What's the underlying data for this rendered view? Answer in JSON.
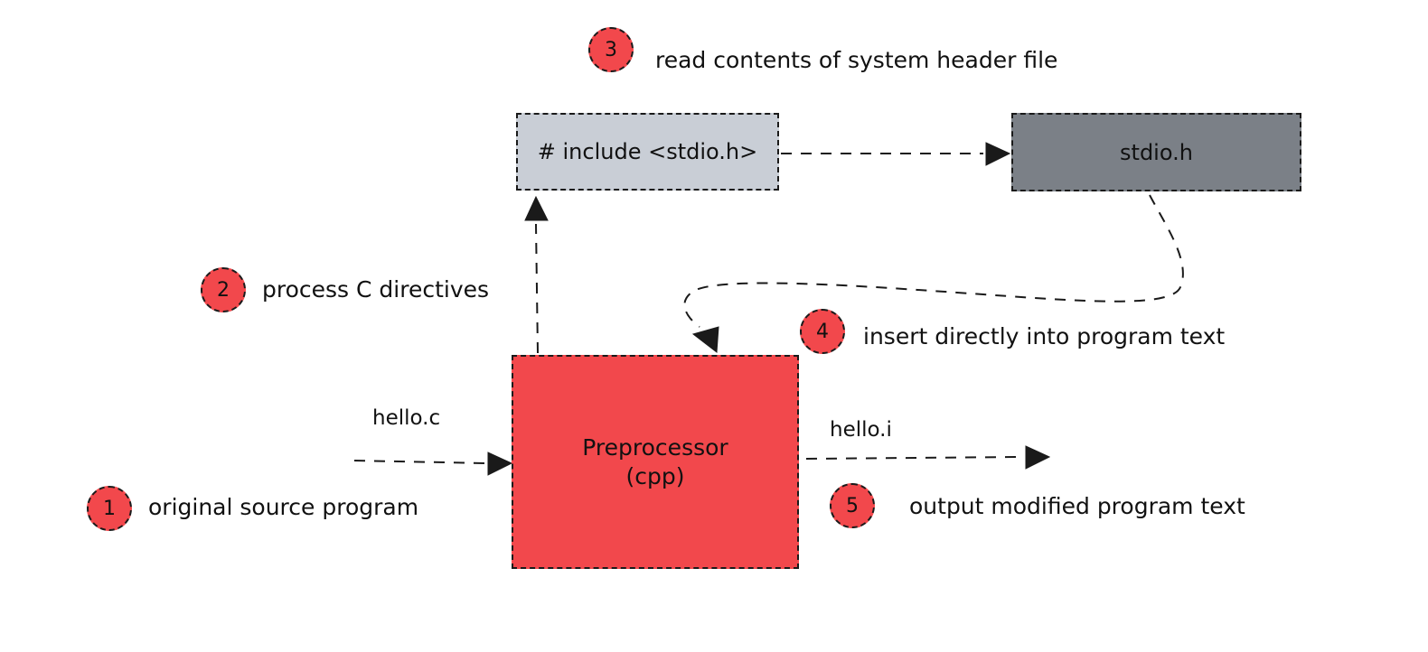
{
  "steps": [
    {
      "number": "1",
      "text": "original source program"
    },
    {
      "number": "2",
      "text": "process C directives"
    },
    {
      "number": "3",
      "text": "read contents of system header file"
    },
    {
      "number": "4",
      "text": "insert directly into program text"
    },
    {
      "number": "5",
      "text": "output modified program text"
    }
  ],
  "nodes": {
    "include": {
      "label": "# include <stdio.h>"
    },
    "header": {
      "label": "stdio.h"
    },
    "preprocessor": {
      "line1": "Preprocessor",
      "line2": "(cpp)"
    }
  },
  "files": {
    "input": "hello.c",
    "output": "hello.i"
  },
  "colors": {
    "accent_red": "#f2484c",
    "include_fill": "#c9ced6",
    "header_fill": "#7b8087",
    "stroke": "#1a1a1a"
  }
}
